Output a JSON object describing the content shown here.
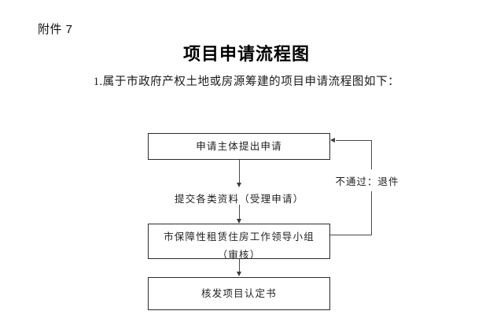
{
  "document": {
    "attachment_label": "附件 7",
    "title": "项目申请流程图",
    "paragraph": "1.属于市政府产权土地或房源筹建的项目申请流程图如下："
  },
  "flowchart": {
    "nodes": [
      {
        "id": "apply",
        "lines": [
          "申请主体提出申请"
        ]
      },
      {
        "id": "review",
        "lines": [
          "市保障性租赁住房工作领导小组",
          "（审核）"
        ]
      },
      {
        "id": "issue",
        "lines": [
          "核发项目认定书"
        ]
      }
    ],
    "edge_labels": {
      "submit_materials": "提交各类资料（受理申请）",
      "reject_return": "不通过：退件"
    }
  },
  "colors": {
    "page_background": "#ffffff",
    "text": "#1f1f1f",
    "box_border": "#2b2b2b",
    "connector": "#4a4a4a",
    "arrowhead": "#3a3a3a"
  }
}
